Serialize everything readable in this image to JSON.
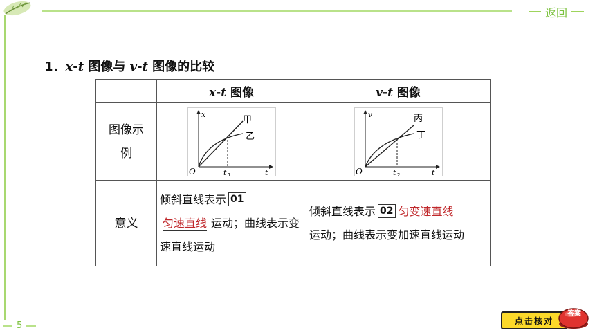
{
  "nav": {
    "back_label": "返回"
  },
  "heading": {
    "num": "1．",
    "a_var": "x",
    "a_dash": "-",
    "a_t": "t",
    "a_text": " 图像与 ",
    "b_var": "v",
    "b_dash": "-",
    "b_t": "t",
    "b_text": " 图像的比较"
  },
  "table": {
    "col_xt": {
      "v": "x",
      "d": "-",
      "t": "t",
      "suffix": " 图像"
    },
    "col_vt": {
      "v": "v",
      "d": "-",
      "t": "t",
      "suffix": " 图像"
    },
    "row_example_label": "图像示例",
    "row_meaning_label": "意义",
    "xt_graph": {
      "y_axis": "x",
      "x_axis": "t",
      "origin": "O",
      "tick": "t",
      "tick_sub": "1",
      "line_label": "甲",
      "curve_label": "乙"
    },
    "vt_graph": {
      "y_axis": "v",
      "x_axis": "t",
      "origin": "O",
      "tick": "t",
      "tick_sub": "2",
      "line_label": "丙",
      "curve_label": "丁"
    },
    "xt_meaning": {
      "pre": "倾斜直线表示",
      "box": "01",
      "answer": "匀速直线",
      "post": "运动；曲线表示变速直线运动"
    },
    "vt_meaning": {
      "pre": "倾斜直线表示",
      "box": "02",
      "answer": "匀变速直线",
      "post": "运动；曲线表示变加速直线运动"
    }
  },
  "footer": {
    "page_number": "5",
    "check_button_label": "点击核对",
    "badge_label": "答案"
  },
  "colors": {
    "accent_green": "#7cc23e",
    "answer_red": "#c0282b",
    "button_yellow": "#fcd92a",
    "badge_red": "#e0332f"
  }
}
